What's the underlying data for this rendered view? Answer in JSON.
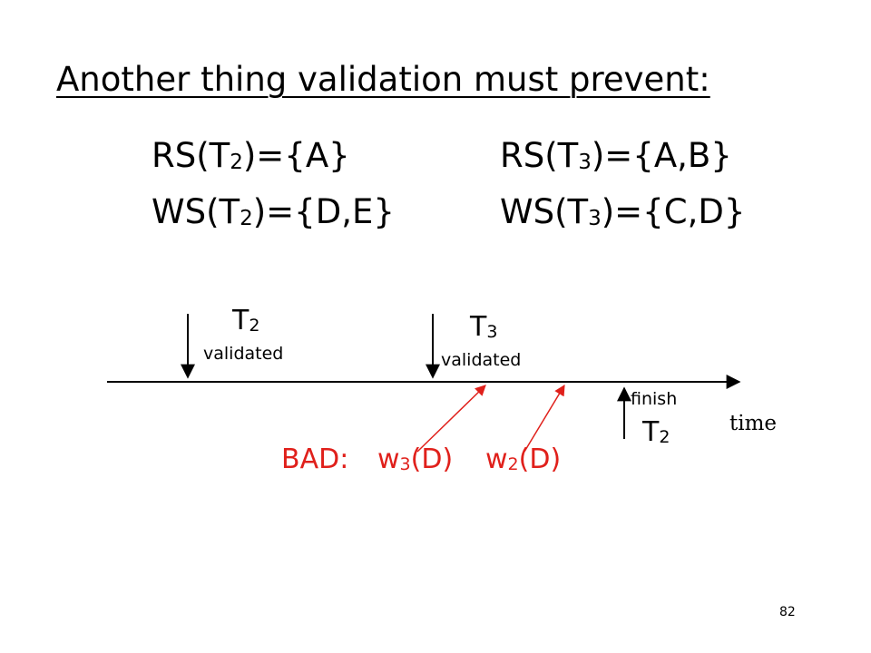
{
  "title": "Another thing validation must prevent:",
  "sets": {
    "rs_t2": {
      "prefix": "RS(T",
      "sub": "2",
      "suffix": ")={A}"
    },
    "ws_t2": {
      "prefix": "WS(T",
      "sub": "2",
      "suffix": ")={D,E}"
    },
    "rs_t3": {
      "prefix": "RS(T",
      "sub": "3",
      "suffix": ")={A,B}"
    },
    "ws_t3": {
      "prefix": "WS(T",
      "sub": "3",
      "suffix": ")={C,D}"
    }
  },
  "timeline": {
    "t2_validated": {
      "name": "T",
      "sub": "2",
      "caption": "validated"
    },
    "t3_validated": {
      "name": "T",
      "sub": "3",
      "caption": "validated"
    },
    "finish_t2": {
      "caption": "finish",
      "name": "T",
      "sub": "2"
    },
    "axis_label": "time"
  },
  "bad": {
    "label": "BAD:",
    "w3": {
      "prefix": "w",
      "sub": "3",
      "suffix": "(D)"
    },
    "w2": {
      "prefix": "w",
      "sub": "2",
      "suffix": "(D)"
    }
  },
  "colors": {
    "text": "#000000",
    "bad": "#e0201b"
  },
  "page_number": "82"
}
